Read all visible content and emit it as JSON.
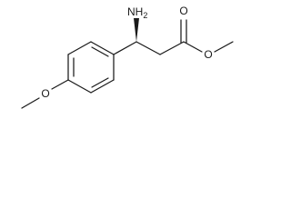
{
  "molecule": {
    "atoms": {
      "amine_n": "N",
      "amine_h": "H",
      "amine_h_count": "2",
      "carbonyl_o": "O",
      "ester_o": "O",
      "methoxy_o": "O"
    },
    "colors": {
      "bond": "#1a1a1a",
      "text": "#1a1a1a",
      "background": "#ffffff"
    }
  }
}
